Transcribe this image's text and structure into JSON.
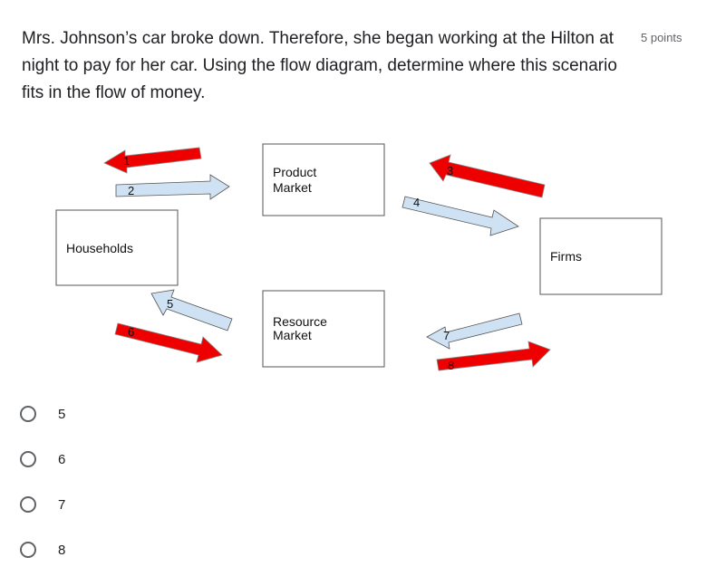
{
  "question": {
    "text": "Mrs. Johnson’s car broke down. Therefore, she began working at the Hilton at night to pay for her car. Using the flow diagram, determine where this scenario fits in the flow of money.",
    "points": "5 points"
  },
  "diagram": {
    "boxes": {
      "households": "Households",
      "product_market_line1": "Product",
      "product_market_line2": "Market",
      "resource_market_line1": "Resource",
      "resource_market_line2": "Market",
      "firms": "Firms"
    },
    "arrows": [
      {
        "label": "1",
        "color": "#ee0000"
      },
      {
        "label": "2",
        "color": "#cfe2f3"
      },
      {
        "label": "3",
        "color": "#ee0000"
      },
      {
        "label": "4",
        "color": "#cfe2f3"
      },
      {
        "label": "5",
        "color": "#cfe2f3"
      },
      {
        "label": "6",
        "color": "#ee0000"
      },
      {
        "label": "7",
        "color": "#cfe2f3"
      },
      {
        "label": "8",
        "color": "#ee0000"
      }
    ]
  },
  "options": [
    {
      "label": "5"
    },
    {
      "label": "6"
    },
    {
      "label": "7"
    },
    {
      "label": "8"
    }
  ]
}
